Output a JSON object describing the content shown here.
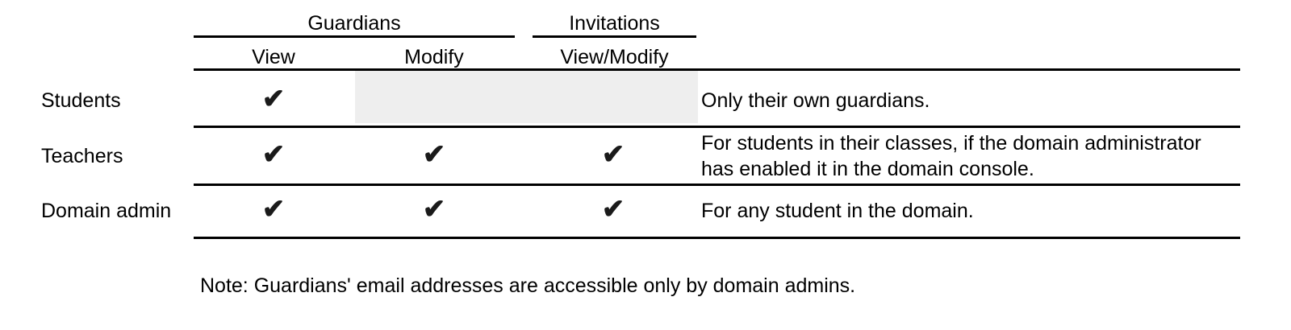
{
  "table": {
    "column_groups": [
      {
        "label": "Guardians",
        "spans": [
          "View",
          "Modify"
        ]
      },
      {
        "label": "Invitations",
        "spans": [
          "View/Modify"
        ]
      }
    ],
    "sub_headers": {
      "view": "View",
      "modify": "Modify",
      "view_modify": "View/Modify"
    },
    "rows": [
      {
        "label": "Students",
        "guardians_view": "✔",
        "guardians_modify": "",
        "invitations_view_modify": "",
        "shaded": true,
        "description": "Only their own guardians."
      },
      {
        "label": "Teachers",
        "guardians_view": "✔",
        "guardians_modify": "✔",
        "invitations_view_modify": "✔",
        "shaded": false,
        "description_line1": "For students in their classes, if the domain administrator",
        "description_line2": "has enabled it in the domain console."
      },
      {
        "label": "Domain admin",
        "guardians_view": "✔",
        "guardians_modify": "✔",
        "invitations_view_modify": "✔",
        "shaded": false,
        "description": "For any student in the domain."
      }
    ]
  },
  "note": "Note: Guardians' email addresses are accessible only by domain admins.",
  "colors": {
    "rule": "#000000",
    "shade": "#eeeeee",
    "text": "#000000",
    "check": "#1a1a1a",
    "background": "#ffffff"
  }
}
